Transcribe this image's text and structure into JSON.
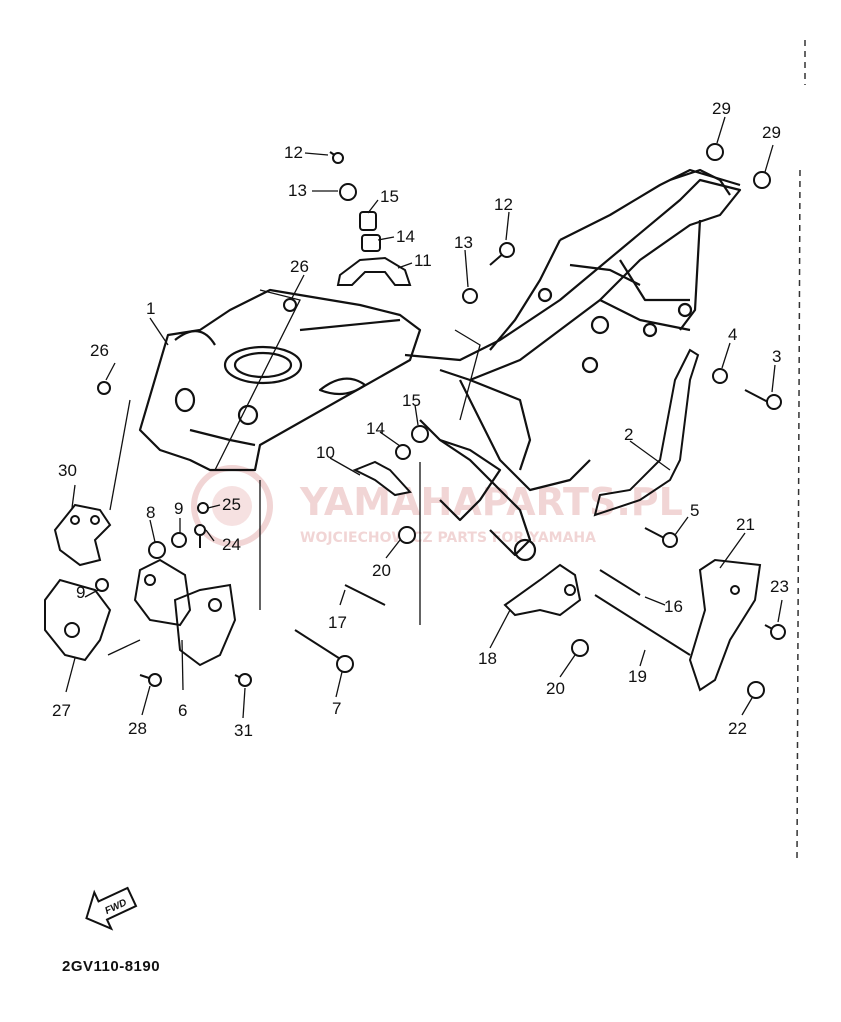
{
  "diagram_code": "2GV110-8190",
  "fwd_label": "FWD",
  "watermark": {
    "line1": "YAMAHAPARTS.PL",
    "line2": "WOJCIECHOWICZ PARTS FOR YAMAHA"
  },
  "callouts": [
    "1",
    "2",
    "3",
    "4",
    "5",
    "6",
    "7",
    "8",
    "9",
    "9",
    "10",
    "11",
    "12",
    "12",
    "13",
    "13",
    "14",
    "14",
    "15",
    "15",
    "16",
    "17",
    "18",
    "19",
    "20",
    "20",
    "21",
    "22",
    "23",
    "24",
    "25",
    "26",
    "26",
    "27",
    "28",
    "29",
    "29",
    "30",
    "31"
  ],
  "colors": {
    "ink": "#111111",
    "watermark": "#e6b3b3"
  }
}
